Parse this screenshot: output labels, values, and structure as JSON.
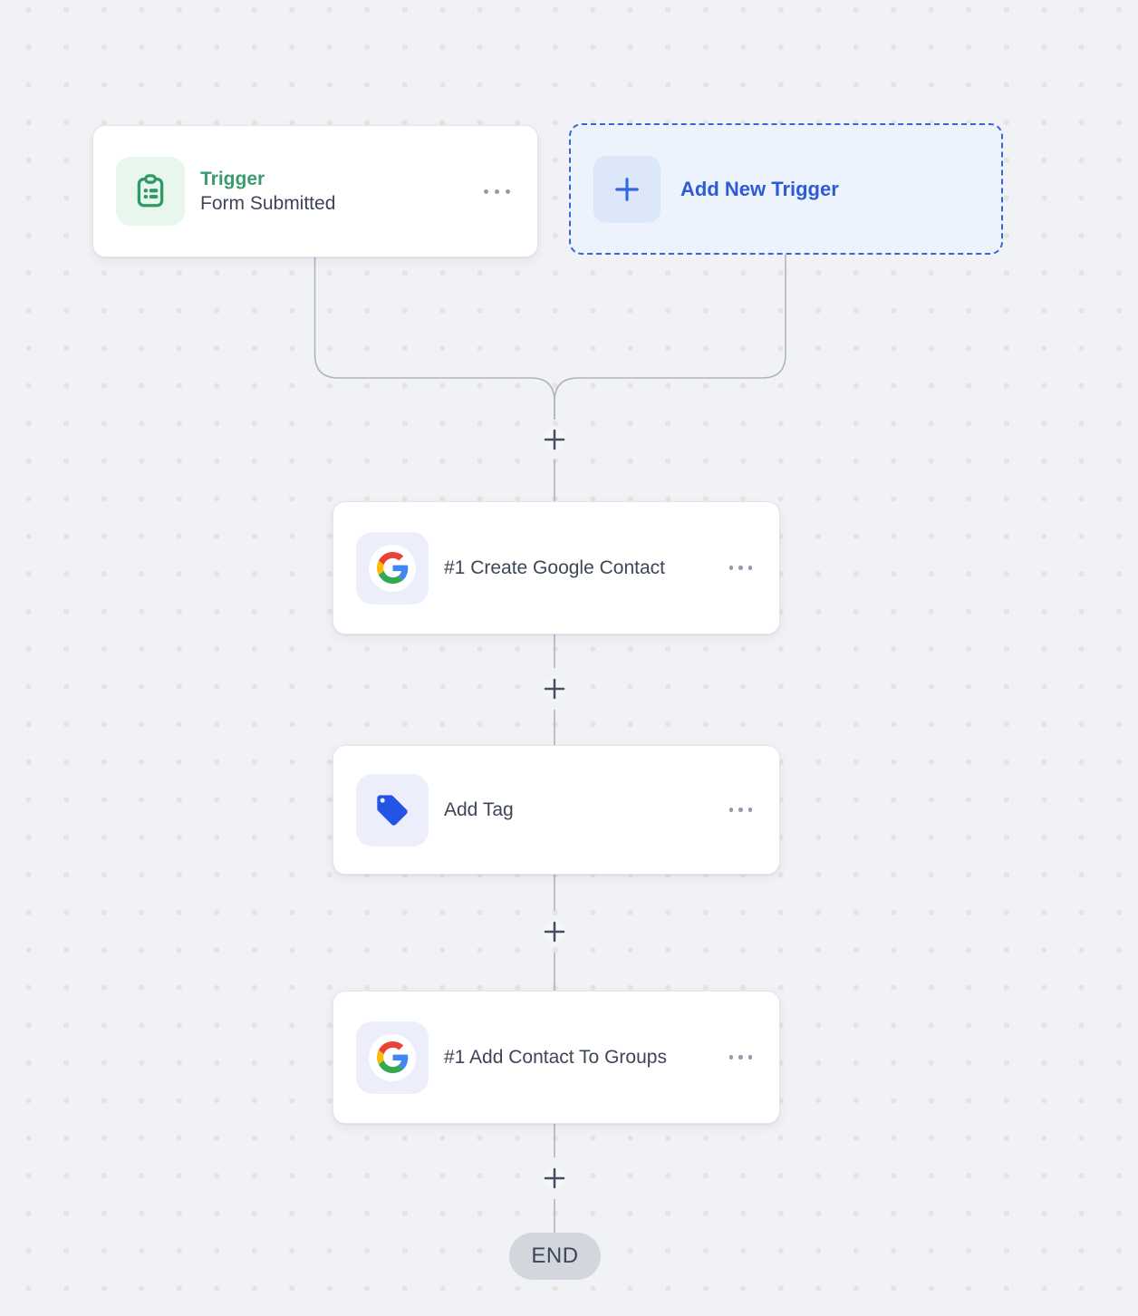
{
  "canvas": {
    "background_color": "#f0f2f6",
    "dot_color": "#e6e4e1"
  },
  "nodes": {
    "trigger": {
      "category": "Trigger",
      "title": "Form Submitted",
      "icon": "clipboard-list-icon",
      "accent_color": "#3a9c6e",
      "icon_bg": "#e8f6ee"
    },
    "add_trigger": {
      "label": "Add New Trigger",
      "icon": "plus-icon",
      "accent_color": "#2d5bd8",
      "icon_bg": "#dce7f9",
      "card_bg": "#edf3fc",
      "border_color": "#3b63d8"
    },
    "create_google_contact": {
      "title": "#1 Create Google Contact",
      "icon": "google-icon",
      "icon_bg": "#eceffb"
    },
    "add_tag": {
      "title": "Add Tag",
      "icon": "tag-icon",
      "tag_color": "#2454e6",
      "icon_bg": "#eceffb"
    },
    "add_contact_to_groups": {
      "title": "#1 Add Contact To Groups",
      "icon": "google-icon",
      "icon_bg": "#eceffb"
    }
  },
  "connectors": {
    "line_color": "#b1b4bb",
    "plus_color": "#454f61",
    "add_step_icon": "plus-icon"
  },
  "end_node": {
    "label": "END",
    "bg_color": "#d3d7dd",
    "text_color": "#3d4656"
  }
}
